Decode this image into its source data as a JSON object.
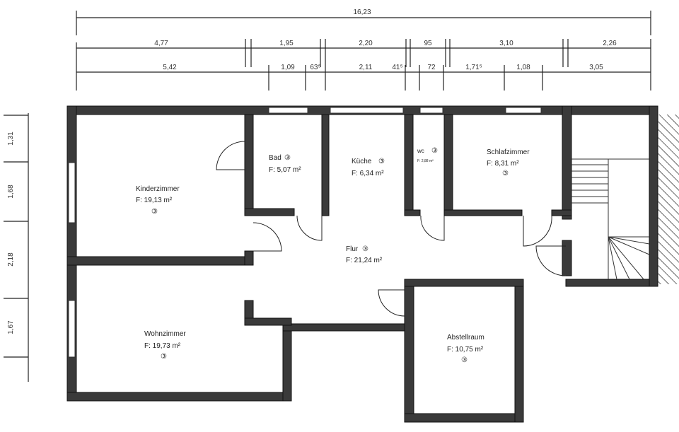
{
  "dimensions": {
    "total": "16,23",
    "row1": [
      "4,77",
      "1,95",
      "2,20",
      "95",
      "3,10",
      "2,26"
    ],
    "row2": [
      "5,42",
      "1,09",
      "63⁵",
      "2,11",
      "41⁵",
      "72",
      "1,71⁵",
      "1,08",
      "3,05"
    ],
    "vertical": [
      "1,31",
      "1,68",
      "2,18",
      "1,67"
    ]
  },
  "rooms": [
    {
      "name": "Kinderzimmer",
      "area": "F: 19,13 m²",
      "marker": "③"
    },
    {
      "name": "Bad",
      "area": "F: 5,07 m²",
      "marker": "③"
    },
    {
      "name": "Küche",
      "area": "F: 6,34 m²",
      "marker": "③"
    },
    {
      "name": "wc",
      "area": "F: 2,88 m²",
      "marker": "③"
    },
    {
      "name": "Schlafzimmer",
      "area": "F: 8,31 m²",
      "marker": "③"
    },
    {
      "name": "Flur",
      "area": "F: 21,24 m²",
      "marker": "③"
    },
    {
      "name": "Wohnzimmer",
      "area": "F: 19,73 m²",
      "marker": "③"
    },
    {
      "name": "Abstellraum",
      "area": "F: 10,75 m²",
      "marker": "③"
    }
  ]
}
